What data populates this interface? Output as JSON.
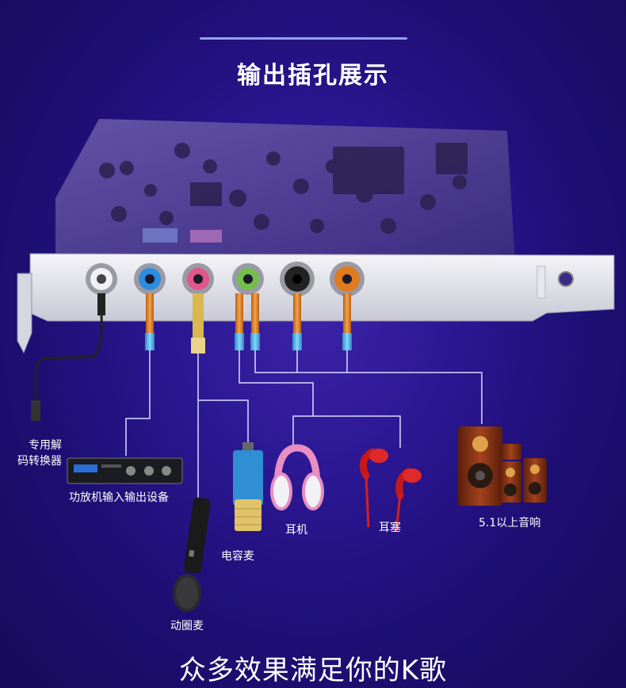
{
  "header": {
    "title": "输出插孔展示"
  },
  "footer": {
    "slogan": "众多效果满足你的K歌"
  },
  "ports": [
    {
      "name": "white-port",
      "color": "#e9e9e9"
    },
    {
      "name": "blue-port",
      "color": "#2b8de0"
    },
    {
      "name": "pink-port",
      "color": "#e2568a"
    },
    {
      "name": "green-port",
      "color": "#72c04a"
    },
    {
      "name": "black-port",
      "color": "#222222"
    },
    {
      "name": "orange-port",
      "color": "#e07a1c"
    }
  ],
  "devices": {
    "converter": {
      "label_line1": "专用解",
      "label_line2": "码转换器"
    },
    "amplifier": {
      "label": "功放机输入输出设备"
    },
    "dynamic_mic": {
      "label": "动圈麦"
    },
    "condenser_mic": {
      "label": "电容麦"
    },
    "headphones": {
      "label": "耳机"
    },
    "earphones": {
      "label": "耳塞"
    },
    "speakers": {
      "label": "5.1以上音响"
    }
  },
  "colors": {
    "background": "#2a1690",
    "connector_gold": "#e08a2a",
    "connector_cyan": "#4fb6e8",
    "line": "#d9dcff"
  }
}
